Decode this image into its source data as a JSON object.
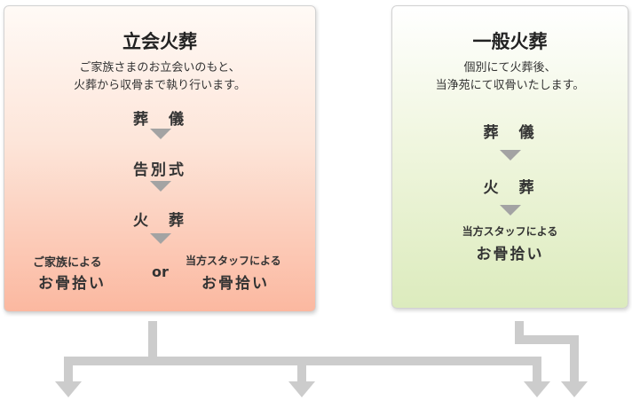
{
  "left_card": {
    "title": "立会火葬",
    "desc_line1": "ご家族さまのお立会いのもと、",
    "desc_line2": "火葬から収骨まで執り行います。",
    "steps": [
      "葬　儀",
      "告別式",
      "火　葬"
    ],
    "option_family_small": "ご家族による",
    "option_family_big": "お骨拾い",
    "or_label": "or",
    "option_staff_small": "当方スタッフによる",
    "option_staff_big": "お骨拾い"
  },
  "right_card": {
    "title": "一般火葬",
    "desc_line1": "個別にて火葬後、",
    "desc_line2": "当浄苑にて収骨いたします。",
    "steps": [
      "葬　儀",
      "火　葬"
    ],
    "staff_small": "当方スタッフによる",
    "staff_big": "お骨拾い"
  },
  "colors": {
    "left_card_accent": "#fbb8a0",
    "right_card_accent": "#dcebbd",
    "arrow_gray": "#a3a3a3",
    "connector_gray": "#cccccc"
  }
}
